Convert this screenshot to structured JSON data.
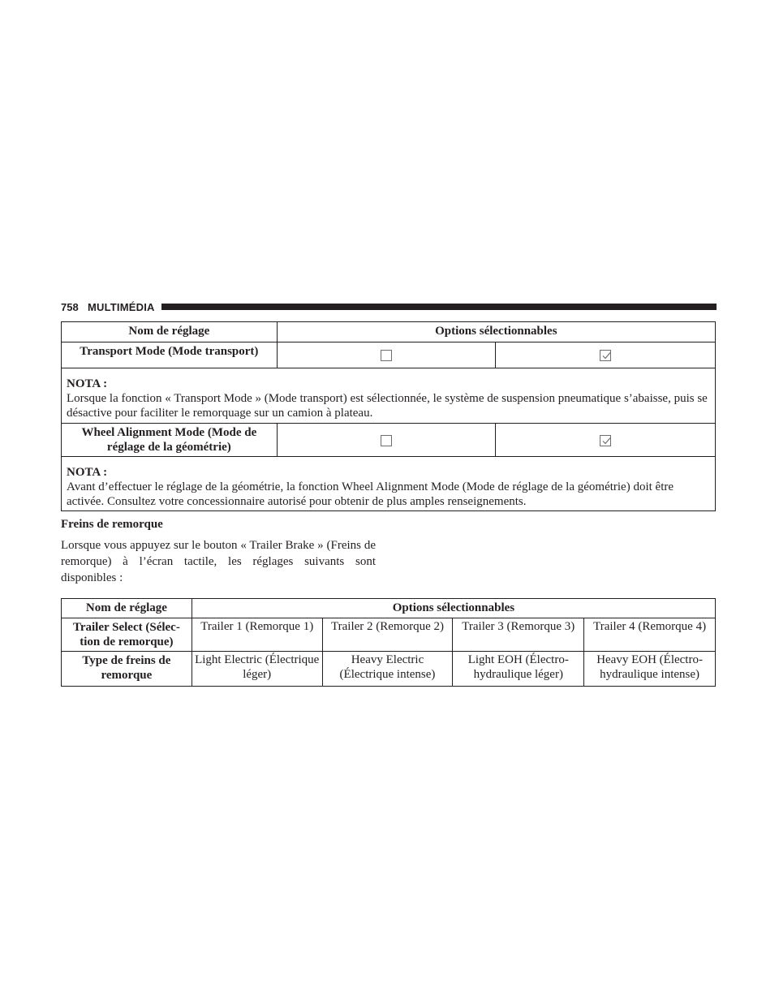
{
  "header": {
    "page_number": "758",
    "section": "MULTIMÉDIA"
  },
  "table1": {
    "col_setting": "Nom de réglage",
    "col_options": "Options sélectionnables",
    "rows": [
      {
        "label": "Transport Mode (Mode transport)",
        "options": [
          "checkbox-unchecked",
          "checkbox-checked"
        ],
        "note_title": "NOTA :",
        "note_text": "Lorsque la fonction « Transport Mode » (Mode transport) est sélectionnée, le système de suspension pneumatique s’abaisse, puis se désactive pour faciliter le remorquage sur un camion à plateau."
      },
      {
        "label": "Wheel Alignment Mode (Mode de réglage de la géométrie)",
        "options": [
          "checkbox-unchecked",
          "checkbox-checked"
        ],
        "note_title": "NOTA :",
        "note_text": "Avant d’effectuer le réglage de la géométrie, la fonction Wheel Alignment Mode (Mode de réglage de la géométrie) doit être activée. Consultez votre concessionnaire autorisé pour obtenir de plus amples renseignements."
      }
    ]
  },
  "section": {
    "title": "Freins de remorque",
    "paragraph": "Lorsque vous appuyez sur le bouton « Trailer Brake » (Freins de remorque) à l’écran tactile, les réglages suivants sont disponibles :"
  },
  "table2": {
    "col_setting": "Nom de réglage",
    "col_options": "Options sélectionnables",
    "rows": [
      {
        "label": "Trailer Select (Sélec-tion de remorque)",
        "options": [
          "Trailer 1 (Remorque 1)",
          "Trailer 2 (Remorque 2)",
          "Trailer 3 (Remorque 3)",
          "Trailer 4 (Remorque 4)"
        ]
      },
      {
        "label": "Type de freins de remorque",
        "options": [
          "Light Electric (Électrique léger)",
          "Heavy Electric (Électrique intense)",
          "Light EOH (Électro-hydraulique léger)",
          "Heavy EOH (Électro-hydraulique intense)"
        ]
      }
    ]
  }
}
